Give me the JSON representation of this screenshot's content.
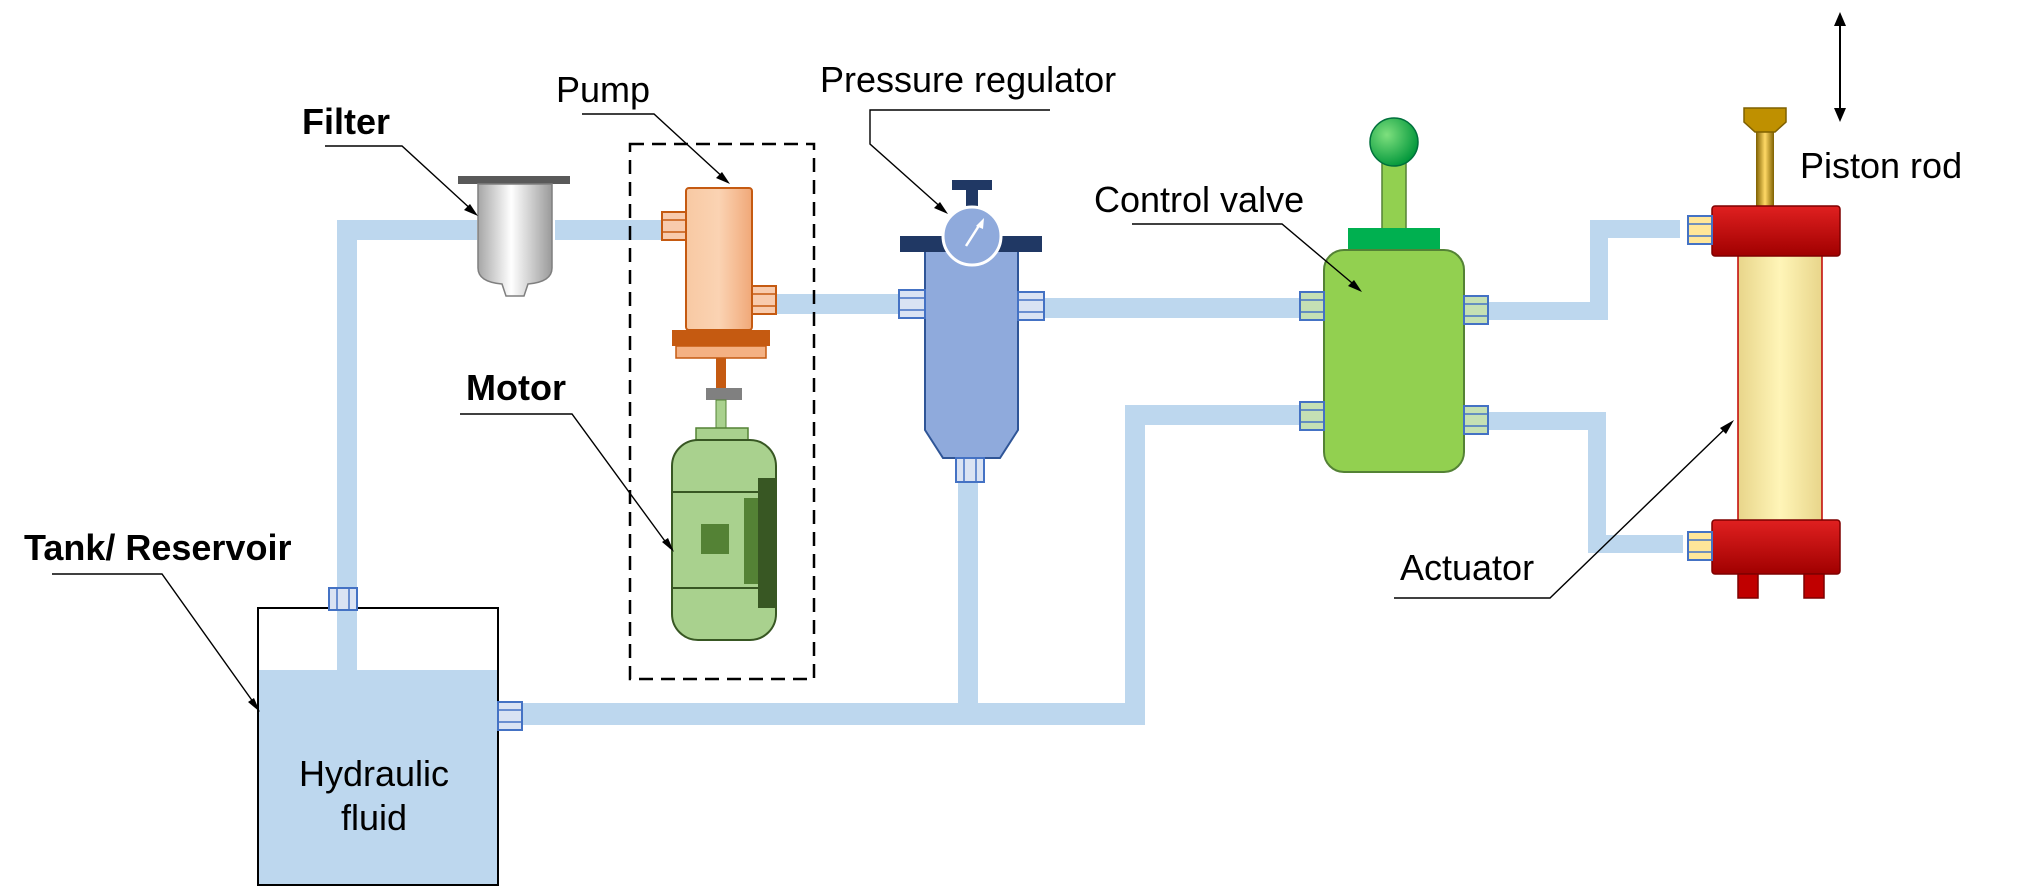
{
  "labels": {
    "filter": "Filter",
    "pump": "Pump",
    "pressure_regulator": "Pressure regulator",
    "control_valve": "Control valve",
    "piston_rod": "Piston rod",
    "motor": "Motor",
    "tank_reservoir": "Tank/ Reservoir",
    "actuator": "Actuator",
    "fluid_line1": "Hydraulic",
    "fluid_line2": "fluid"
  },
  "colors": {
    "pipe": "#bdd7ee",
    "fluid": "#bdd7ee",
    "pump_body": "#f4b183",
    "pump_flange": "#c55a11",
    "motor_body": "#a9d18e",
    "motor_dark": "#385723",
    "regulator_body": "#8faadc",
    "regulator_cap": "#203864",
    "valve_body": "#92d050",
    "valve_top": "#00b050",
    "actuator_cap": "#c00000",
    "actuator_barrel": "#fff2a8",
    "rod": "#bf9000"
  }
}
